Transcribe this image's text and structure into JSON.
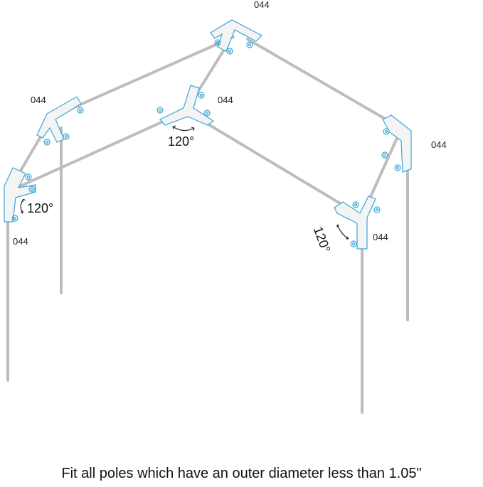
{
  "part_code": "044",
  "angle": "120°",
  "caption": "Fit all poles which have an outer diameter less than 1.05\"",
  "colors": {
    "pole": "#bdbdbd",
    "connector_outline": "#3aa6d8",
    "text": "#111111"
  }
}
